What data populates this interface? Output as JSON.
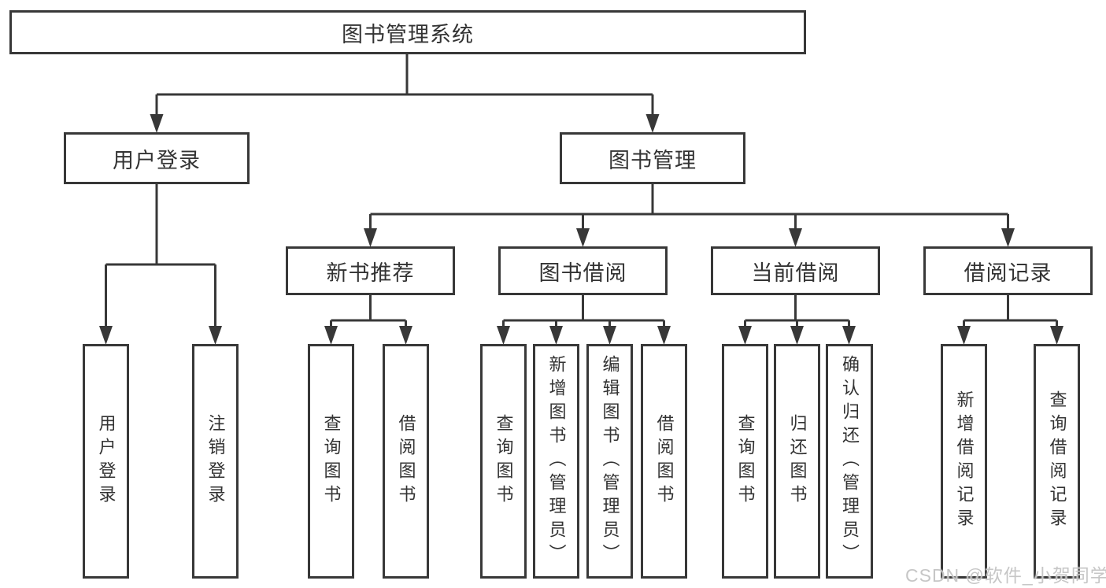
{
  "diagram": {
    "title": "图书管理系统",
    "root": {
      "label": "图书管理系统"
    },
    "level2": {
      "user_login": {
        "label": "用户登录"
      },
      "book_mgmt": {
        "label": "图书管理"
      }
    },
    "level3": {
      "new_book_rec": {
        "label": "新书推荐"
      },
      "book_borrow": {
        "label": "图书借阅"
      },
      "current_borrow": {
        "label": "当前借阅"
      },
      "borrow_records": {
        "label": "借阅记录"
      }
    },
    "leaves": {
      "user_login": [
        "用户登录",
        "注销登录"
      ],
      "new_book_rec": [
        "查询图书",
        "借阅图书"
      ],
      "book_borrow": [
        "查询图书",
        "新增图书（管理员）",
        "编辑图书（管理员）",
        "借阅图书"
      ],
      "current_borrow": [
        "查询图书",
        "归还图书",
        "确认归还（管理员）"
      ],
      "borrow_records": [
        "新增借阅记录",
        "查询借阅记录"
      ]
    },
    "line_color": "#383838",
    "watermark": "CSDN @软件_小贺同学"
  }
}
